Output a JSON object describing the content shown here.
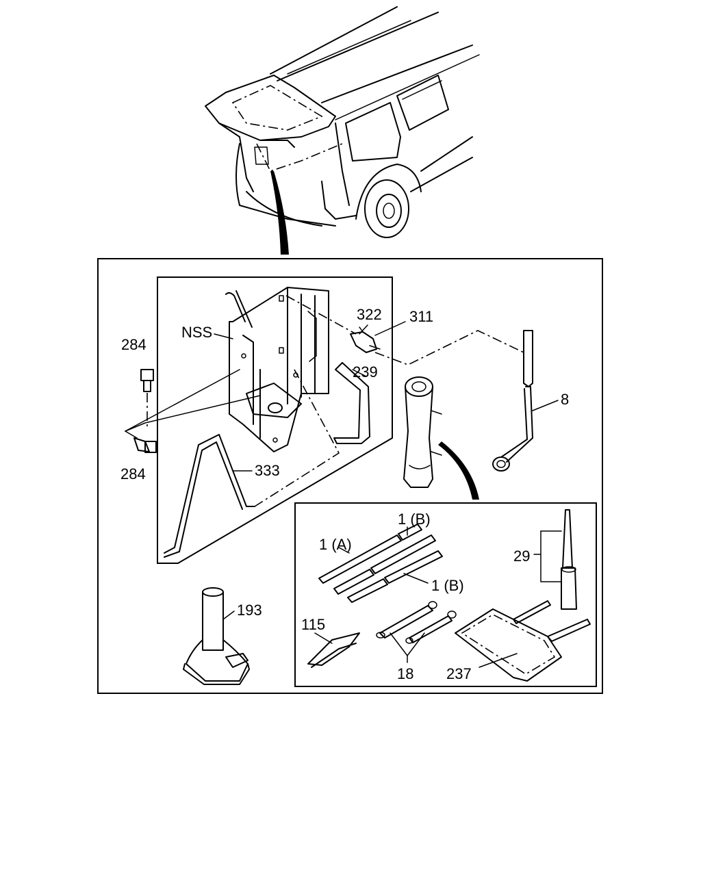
{
  "labels": {
    "nss": "NSS",
    "p322": "322",
    "p311": "311",
    "p284a": "284",
    "p284b": "284",
    "p239": "239",
    "p8": "8",
    "p333": "333",
    "p1a": "1 (A)",
    "p1b_top": "1 (B)",
    "p1b_mid": "1 (B)",
    "p29": "29",
    "p193": "193",
    "p115": "115",
    "p18": "18",
    "p237": "237"
  }
}
